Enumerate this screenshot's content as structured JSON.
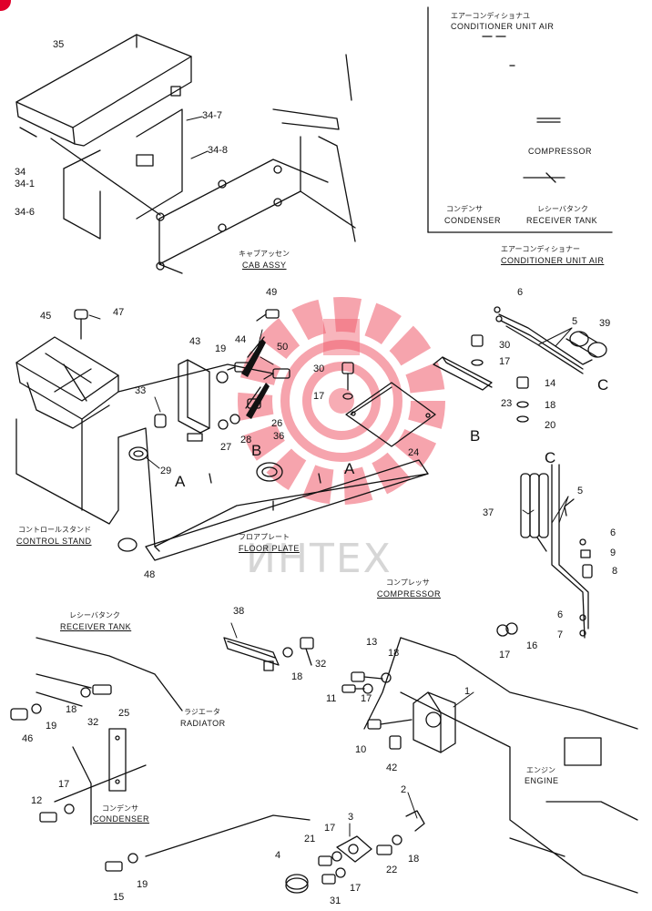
{
  "watermark": {
    "text": "ИНТЕХ",
    "color": "#ef5a6a"
  },
  "sections": {
    "cab_assy_jp": "キャブアッセン",
    "cab_assy": "CAB ASSY",
    "ac_unit_jp_top": "エアーコンディショナユ",
    "ac_unit_top": "CONDITIONER UNIT AIR",
    "ac_unit_jp": "エアーコンディショナー",
    "ac_unit": "CONDITIONER UNIT AIR",
    "compressor_top": "COMPRESSOR",
    "condenser_top": "CONDENSER",
    "condenser_top_jp": "コンデンサ",
    "receiver_tank_top": "RECEIVER TANK",
    "receiver_tank_top_jp": "レシーバタンク",
    "control_stand_jp": "コントロールスタンド",
    "control_stand": "CONTROL STAND",
    "floor_plate_jp": "フロアプレート",
    "floor_plate": "FLOOR PLATE",
    "compressor_jp": "コンプレッサ",
    "compressor": "COMPRESSOR",
    "receiver_tank_jp": "レシーバタンク",
    "receiver_tank": "RECEIVER TANK",
    "radiator_jp": "ラジエータ",
    "radiator": "RADIATOR",
    "condenser_jp": "コンデンサ",
    "condenser": "CONDENSER",
    "engine_jp": "エンジン",
    "engine": "ENGINE"
  },
  "callouts": {
    "A1": "A",
    "A2": "A",
    "B1": "B",
    "B2": "B",
    "C1": "C",
    "C2": "C",
    "p1": "1",
    "p2": "2",
    "p3": "3",
    "p4": "4",
    "p5a": "5",
    "p5b": "5",
    "p6a": "6",
    "p6b": "6",
    "p6c": "6",
    "p7": "7",
    "p8": "8",
    "p9": "9",
    "p10": "10",
    "p11": "11",
    "p12": "12",
    "p13": "13",
    "p14": "14",
    "p15": "15",
    "p16": "16",
    "p17a": "17",
    "p17b": "17",
    "p17c": "17",
    "p17d": "17",
    "p17e": "17",
    "p17f": "17",
    "p17g": "17",
    "p18a": "18",
    "p18b": "18",
    "p18c": "18",
    "p18d": "18",
    "p18e": "18",
    "p19a": "19",
    "p19b": "19",
    "p19c": "19",
    "p20": "20",
    "p21": "21",
    "p22": "22",
    "p23": "23",
    "p24": "24",
    "p25": "25",
    "p26": "26",
    "p27": "27",
    "p28": "28",
    "p29": "29",
    "p30a": "30",
    "p30b": "30",
    "p31": "31",
    "p32a": "32",
    "p32b": "32",
    "p33": "33",
    "p34": "34",
    "p341": "34-1",
    "p346": "34-6",
    "p347": "34-7",
    "p348": "34-8",
    "p35": "35",
    "p36": "36",
    "p37": "37",
    "p38": "38",
    "p39": "39",
    "p42": "42",
    "p43": "43",
    "p44": "44",
    "p45": "45",
    "p46": "46",
    "p47": "47",
    "p48": "48",
    "p49": "49",
    "p50": "50"
  }
}
